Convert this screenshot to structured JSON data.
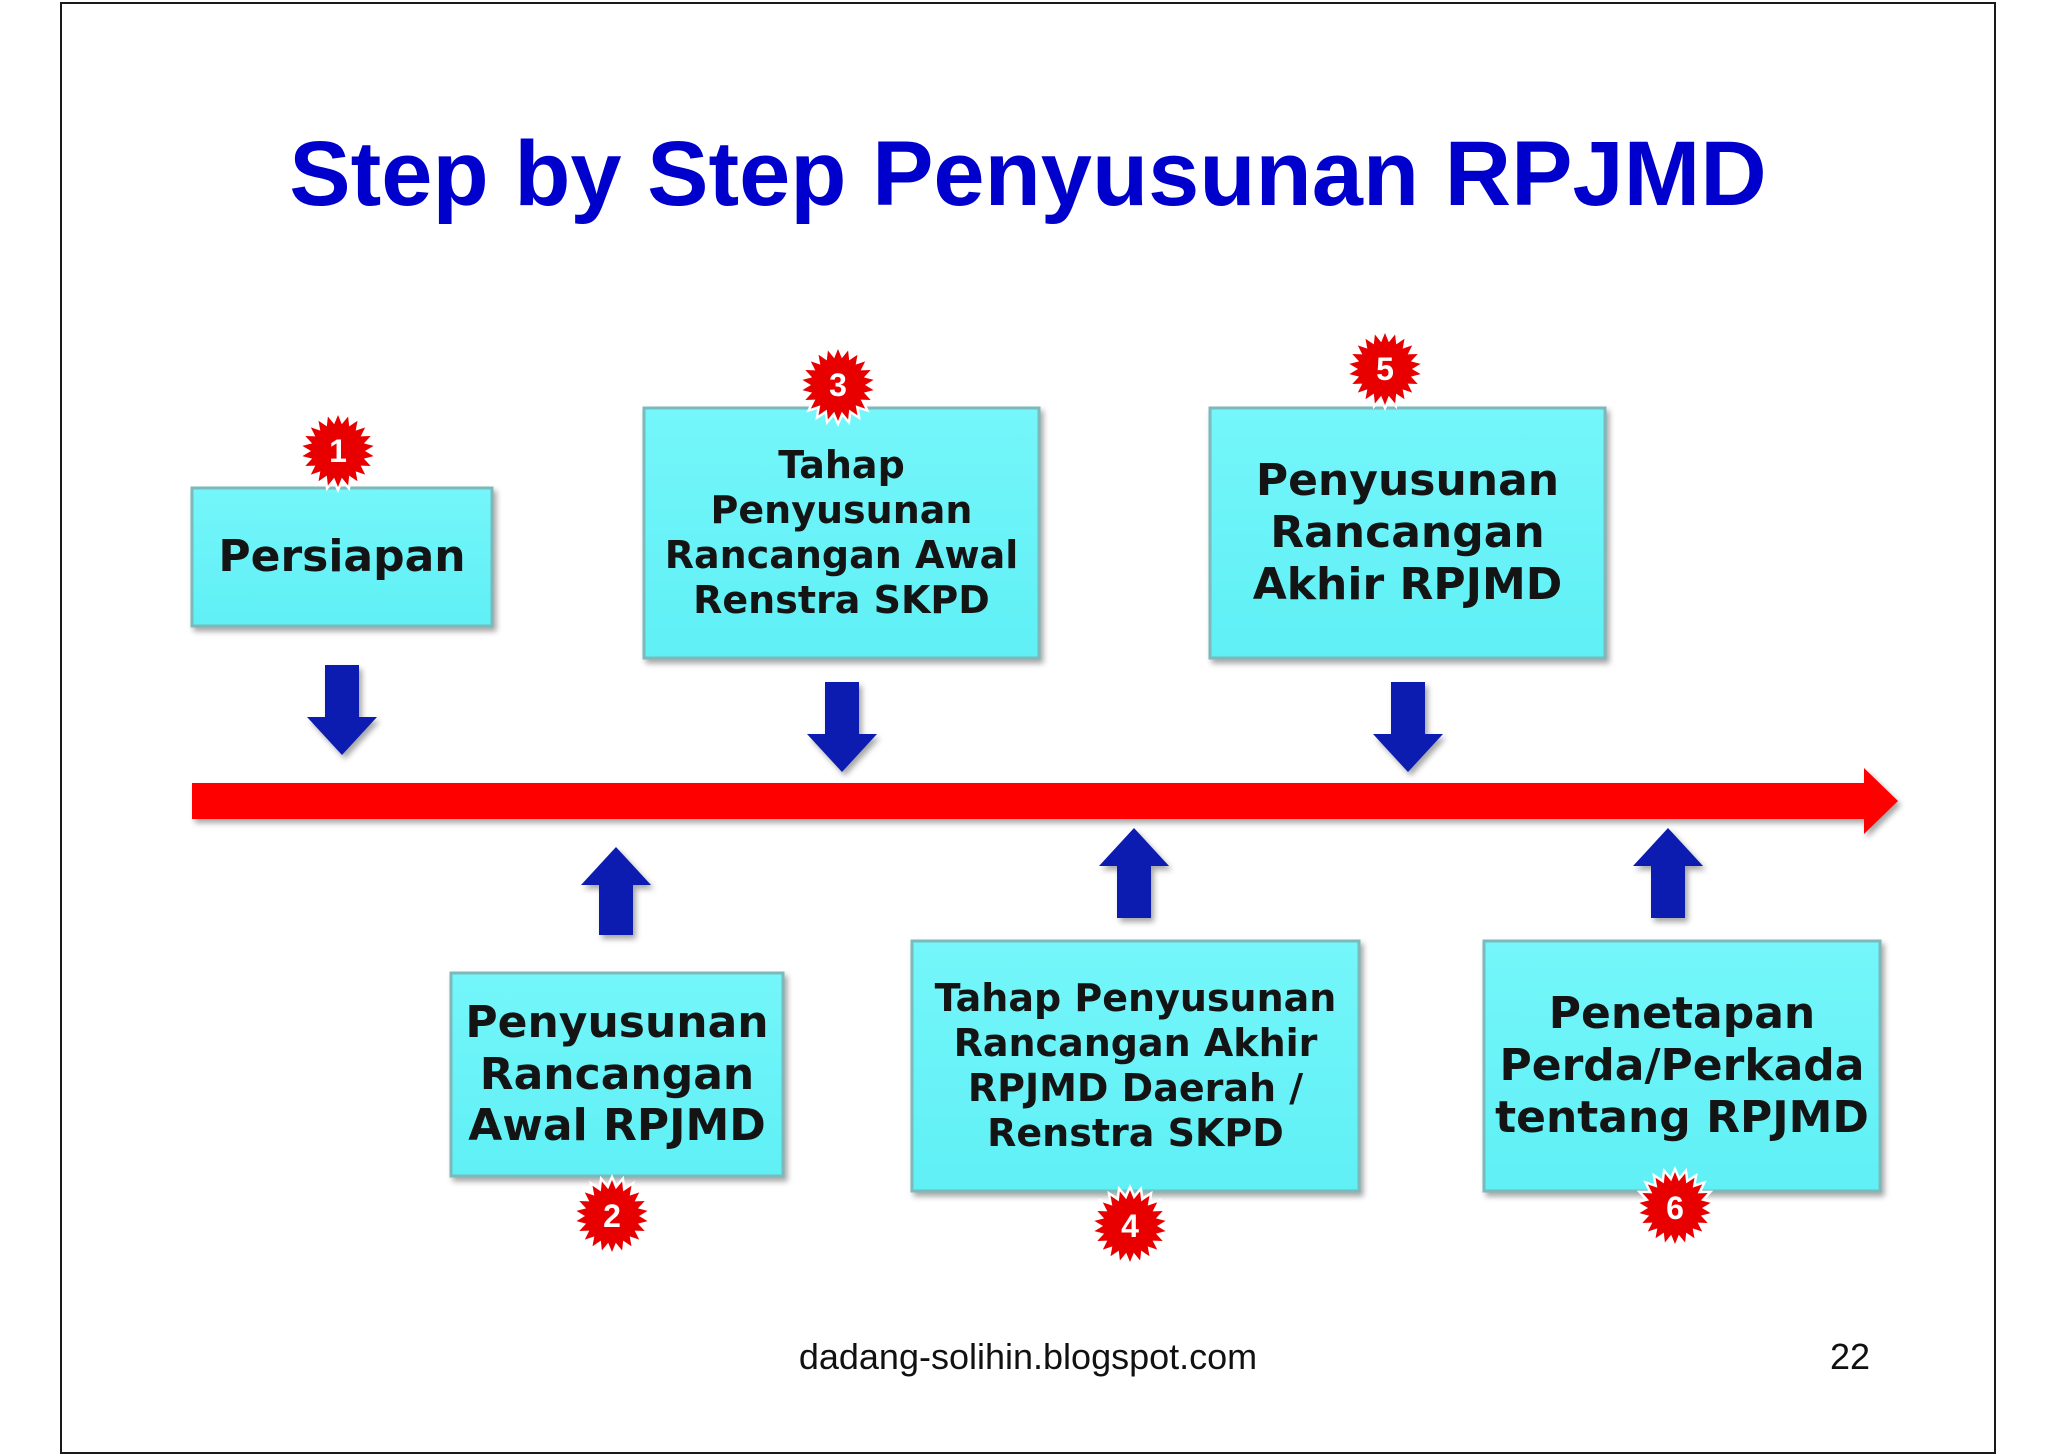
{
  "title": "Step by Step Penyusunan RPJMD",
  "colors": {
    "title": "#0000cc",
    "box_fill": "#5ff0f5",
    "box_border": "#7cb9bb",
    "timeline": "#ff0000",
    "arrow": "#0a1fb0",
    "badge": "#e80000"
  },
  "steps": [
    {
      "number": "1",
      "label": "Persiapan",
      "position": "above"
    },
    {
      "number": "2",
      "label": "Penyusunan\nRancangan\nAwal RPJMD",
      "position": "below"
    },
    {
      "number": "3",
      "label": "Tahap\nPenyusunan\nRancangan Awal\nRenstra SKPD",
      "position": "above"
    },
    {
      "number": "4",
      "label": "Tahap Penyusunan\nRancangan Akhir\nRPJMD Daerah /\nRenstra SKPD",
      "position": "below"
    },
    {
      "number": "5",
      "label": "Penyusunan\nRancangan\nAkhir RPJMD",
      "position": "above"
    },
    {
      "number": "6",
      "label": "Penetapan\nPerda/Perkada\ntentang RPJMD",
      "position": "below"
    }
  ],
  "footer": {
    "url": "dadang-solihin.blogspot.com",
    "page_number": "22"
  }
}
